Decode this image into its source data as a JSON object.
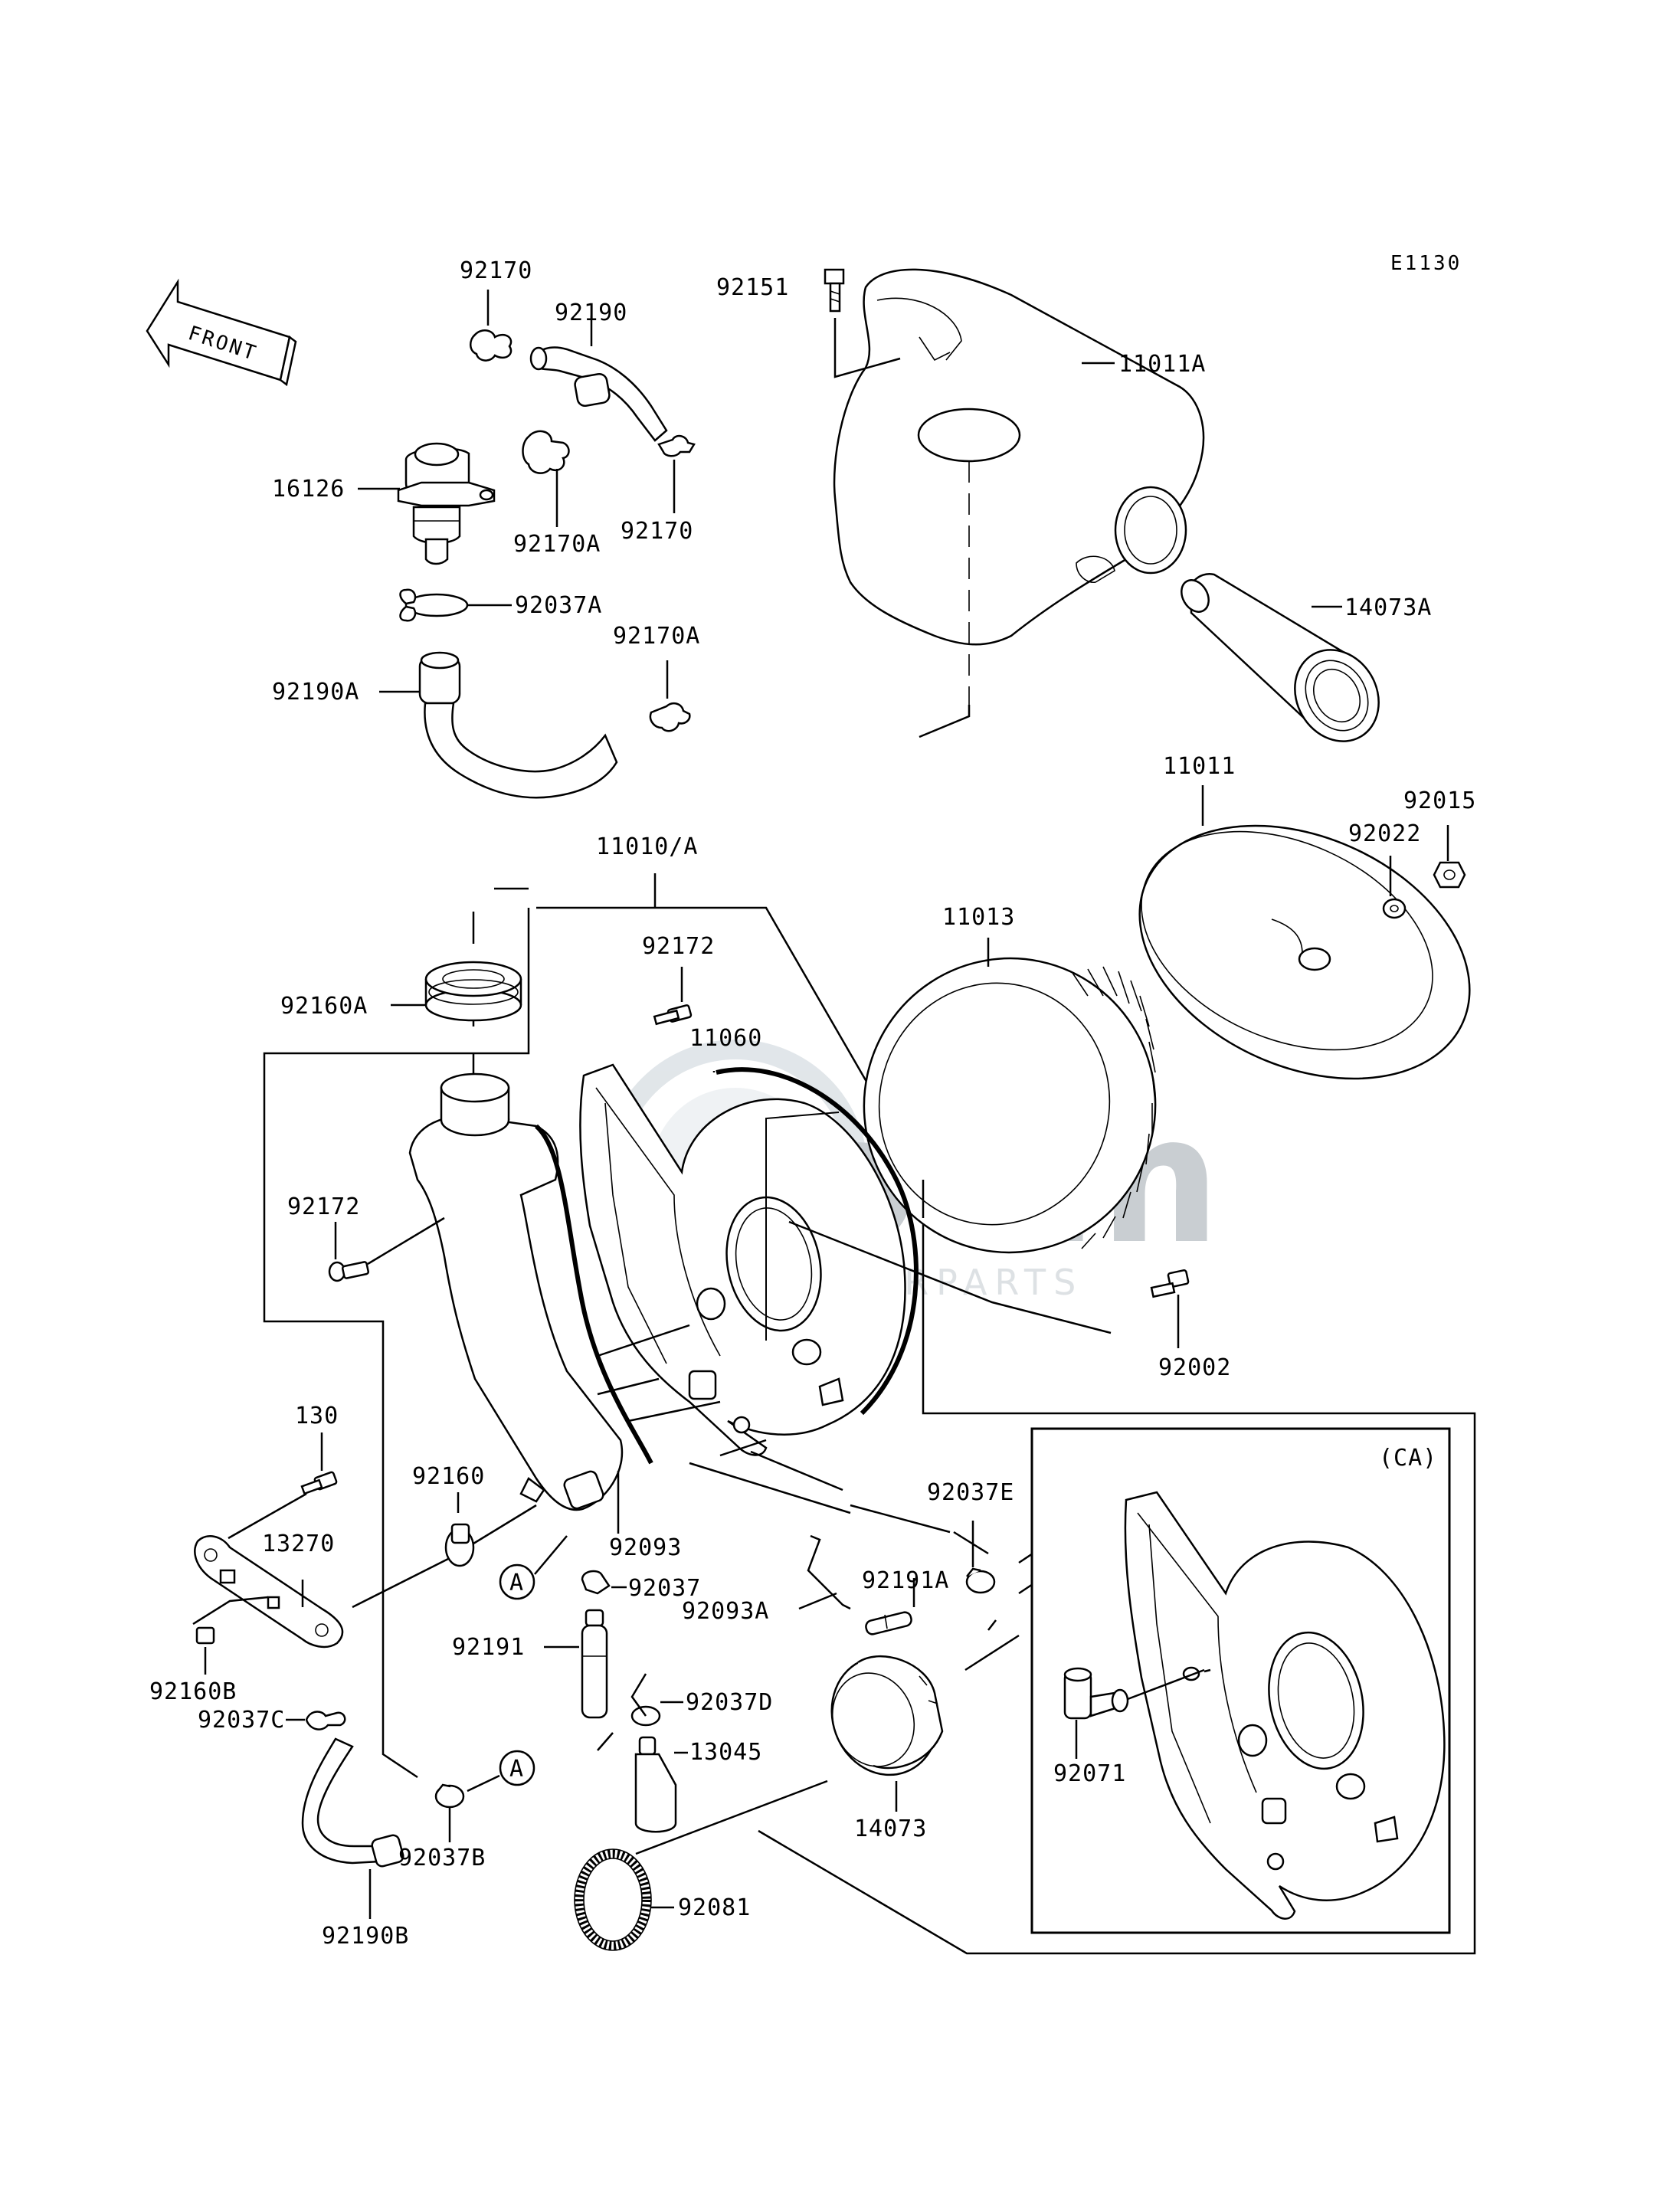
{
  "diagram_code": "E1130",
  "front_label": "FRONT",
  "ca_label": "(CA)",
  "callout_a": "A",
  "watermark": {
    "brand": "oem",
    "sub": "MOTORPARTS"
  },
  "part_labels": {
    "p92170_top": "92170",
    "p92190": "92190",
    "p16126": "16126",
    "p92170A_left": "92170A",
    "p92170_right": "92170",
    "p92037A": "92037A",
    "p92170A_mid": "92170A",
    "p92190A": "92190A",
    "p92151": "92151",
    "p11011A": "11011A",
    "p14073A": "14073A",
    "p11011": "11011",
    "p92015": "92015",
    "p92022": "92022",
    "p11010A": "11010/A",
    "p11013": "11013",
    "p92172_top": "92172",
    "p92160A": "92160A",
    "p11060": "11060",
    "p92172_left": "92172",
    "p92002": "92002",
    "p130": "130",
    "p92160": "92160",
    "p13270": "13270",
    "p92093": "92093",
    "p92037": "92037",
    "p92037E": "92037E",
    "p92093A": "92093A",
    "p92191A": "92191A",
    "p92191": "92191",
    "p92160B": "92160B",
    "p92037C": "92037C",
    "p92037D": "92037D",
    "p13045": "13045",
    "p14073": "14073",
    "p92071": "92071",
    "p92037B": "92037B",
    "p92081": "92081",
    "p92190B": "92190B"
  }
}
